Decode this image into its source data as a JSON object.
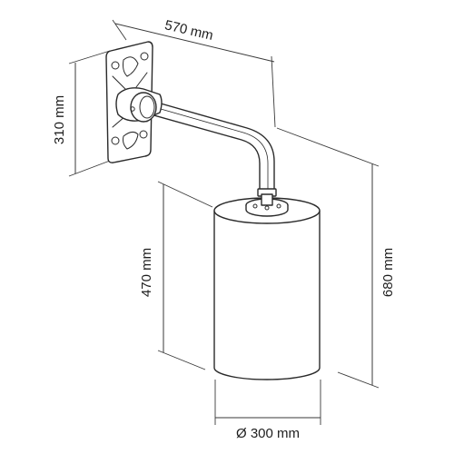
{
  "dimensions": {
    "arm_reach": "570 mm",
    "bracket_height": "310 mm",
    "shade_height": "470 mm",
    "total_height": "680 mm",
    "shade_diameter": "Ø 300 mm"
  },
  "colors": {
    "line": "#2a2a2a",
    "dimension": "#3a3a3a",
    "background": "#ffffff"
  }
}
